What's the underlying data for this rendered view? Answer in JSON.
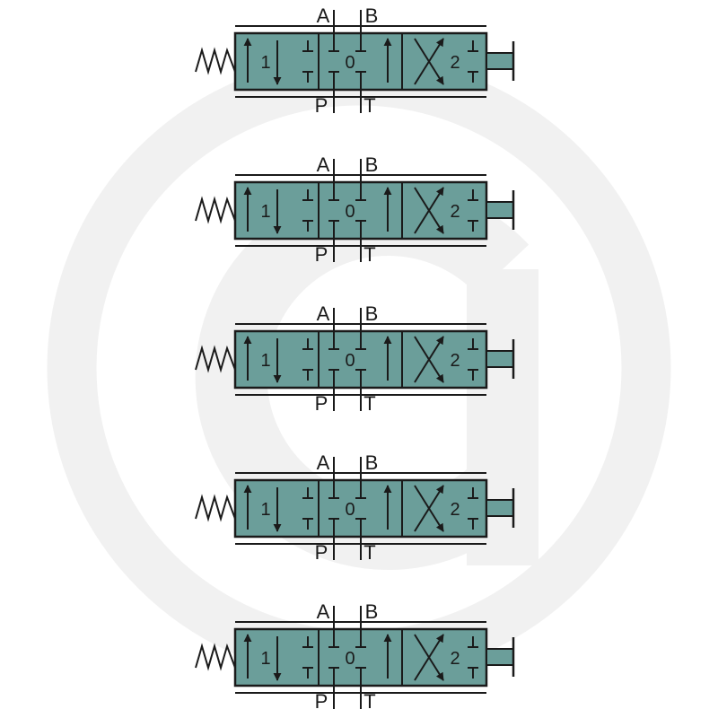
{
  "diagram": {
    "symbol": "4/3 directional control valve, spring return, manual actuation",
    "colors": {
      "body_fill": "#6b9e9a",
      "line": "#1a1a1a",
      "watermark": "#f1f1f1"
    },
    "valves": [
      {
        "port_a": "A",
        "port_b": "B",
        "port_p": "P",
        "port_t": "T",
        "pos_1": "1",
        "pos_0": "0",
        "pos_2": "2"
      },
      {
        "port_a": "A",
        "port_b": "B",
        "port_p": "P",
        "port_t": "T",
        "pos_1": "1",
        "pos_0": "0",
        "pos_2": "2"
      },
      {
        "port_a": "A",
        "port_b": "B",
        "port_p": "P",
        "port_t": "T",
        "pos_1": "1",
        "pos_0": "0",
        "pos_2": "2"
      },
      {
        "port_a": "A",
        "port_b": "B",
        "port_p": "P",
        "port_t": "T",
        "pos_1": "1",
        "pos_0": "0",
        "pos_2": "2"
      },
      {
        "port_a": "A",
        "port_b": "B",
        "port_p": "P",
        "port_t": "T",
        "pos_1": "1",
        "pos_0": "0",
        "pos_2": "2"
      }
    ]
  }
}
